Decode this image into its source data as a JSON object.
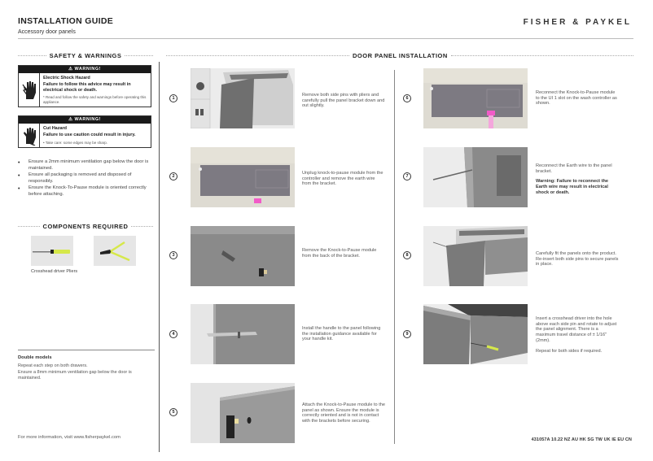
{
  "header": {
    "title": "INSTALLATION GUIDE",
    "subtitle": "Accessory door panels",
    "brand": "FISHER & PAYKEL"
  },
  "safety": {
    "heading": "SAFETY & WARNINGS",
    "warnings": [
      {
        "bar": "⚠ WARNING!",
        "icon": "electric-shock-hand-icon",
        "title": "Electric Shock Hazard",
        "main": "Failure to follow this advice may result in electrical shock or death.",
        "note": "* Read and follow the safety and warnings before operating this appliance."
      },
      {
        "bar": "⚠ WARNING!",
        "icon": "cut-hand-icon",
        "title": "Cut Hazard",
        "main": "Failure to use caution could result in injury.",
        "note": "• Take care: some edges may be sharp."
      }
    ],
    "bullets": [
      "Ensure a 2mm minimum ventilation gap below the door is maintained.",
      "Ensure all packaging is removed and disposed of responsibly.",
      "Ensure the Knock-To-Pause module is oriented correctly before attaching."
    ]
  },
  "components": {
    "heading": "COMPONENTS REQUIRED",
    "items": [
      {
        "name": "Crosshead driver",
        "icon": "screwdriver-icon"
      },
      {
        "name": "Pliers",
        "icon": "pliers-icon"
      }
    ],
    "caption": "Crosshead driver Pliers",
    "accent_color": "#d6e84a"
  },
  "double_models": {
    "title": "Double models",
    "lines": [
      "Repeat each step on both drawers.",
      "Ensure a 8mm minimum ventilation gap below the door is maintained."
    ]
  },
  "footer": {
    "info": "For more information, visit www.fisherpaykel.com",
    "code": "431057A  10.22  NZ AU HK SG TW UK IE EU CN"
  },
  "installation": {
    "heading": "DOOR PANEL INSTALLATION",
    "highlight_color": "#f25bc8",
    "steps": [
      {
        "number": "1",
        "text": "Remove both side pins with pliers and carefully pull the panel bracket down and out slightly."
      },
      {
        "number": "2",
        "text": "Unplug knock-to-pause module from the controller and remove the earth wire from the bracket."
      },
      {
        "number": "3",
        "text": "Remove the Knock-to-Pause module from the back of the bracket."
      },
      {
        "number": "4",
        "text": "Install the handle to the panel following the installation guidance available for your handle kit."
      },
      {
        "number": "5",
        "text": "Attach the Knock-to-Pause module to the panel as shown. Ensure the module is correctly oriented and is not in contact with the brackets before securing."
      },
      {
        "number": "6",
        "text": "Reconnect the Knock-to-Pause module to the UI 1 slot on the wash controller as shown."
      },
      {
        "number": "7",
        "text": "Reconnect the Earth wire to the panel bracket.",
        "warning": "Warning: Failure to reconnect the Earth wire may result in electrical shock or death."
      },
      {
        "number": "8",
        "text": "Carefully fit the panels onto the product. Re-insert both side pins to secure panels in place."
      },
      {
        "number": "9",
        "text": "Insert a crosshead driver into the hole above each side pin and rotate to adjust the panel alignment. There is a maximum travel distance of ± 1/16\"(2mm).",
        "extra": "Repeat for both sides if required."
      }
    ]
  }
}
